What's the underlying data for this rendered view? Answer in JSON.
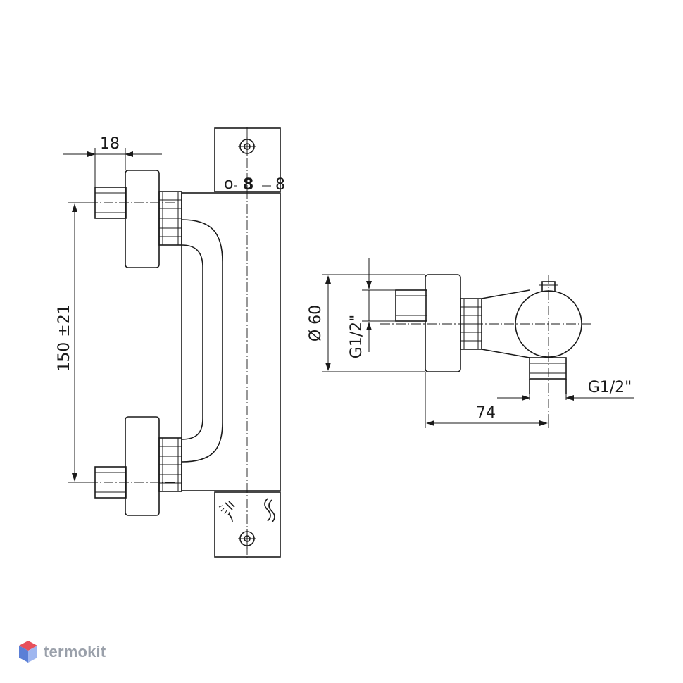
{
  "dimensions": {
    "fitting_depth": "18",
    "inlet_spacing": "150 ±21",
    "body_diameter": "Ø 60",
    "inlet_thread": "G1/2\"",
    "outlet_thread": "G1/2\"",
    "projection": "74"
  },
  "scale_marks": {
    "left": "o",
    "middle": "8",
    "right": "8"
  },
  "brand": {
    "name": "termokit",
    "logo_colors": [
      "#e8505b",
      "#5b7fd6",
      "#9fb6ef"
    ]
  }
}
